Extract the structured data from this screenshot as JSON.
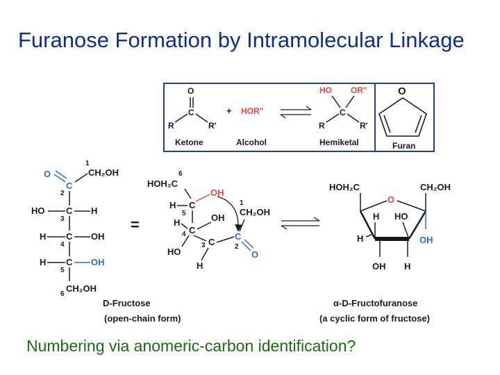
{
  "title": "Furanose Formation by Intramolecular Linkage",
  "subtitle": "Numbering via anomeric-carbon identification?",
  "colors": {
    "title": "#0f2e8c",
    "subtitle": "#1a6b10",
    "highlight_blue": "#2a6fc9",
    "highlight_red": "#e8423c",
    "box_border": "#1f3f9a"
  },
  "top_panel": {
    "ketone": {
      "o": "O",
      "c": "C",
      "r": "R",
      "r_prime": "R′",
      "label": "Ketone"
    },
    "plus": "+",
    "alcohol": {
      "formula": "HOR″",
      "label": "Alcohol"
    },
    "hemiketal": {
      "ho": "HO",
      "or": "OR″",
      "c": "C",
      "r": "R",
      "r_prime": "R′",
      "label": "Hemiketal"
    },
    "furan": {
      "o": "O",
      "label": "Furan"
    }
  },
  "open_chain": {
    "label_prefix": "D-",
    "label": "Fructose",
    "sublabel": "(open-chain form)",
    "o": "O",
    "c": "C",
    "h": "H",
    "ho": "HO",
    "oh": "OH",
    "ch2oh": "CH₂OH",
    "nums": [
      "1",
      "2",
      "3",
      "4",
      "5",
      "6"
    ]
  },
  "equals": "=",
  "cyclizing": {
    "hoh2c": "HOH₂C",
    "ch2oh": "CH₂OH",
    "oh": "OH",
    "o": "O",
    "c": "C",
    "h": "H",
    "ho": "HO",
    "nums": [
      "1",
      "2",
      "3",
      "4",
      "5",
      "6"
    ]
  },
  "furanose": {
    "label_prefix": "α-D-",
    "label": "Fructofuranose",
    "sublabel": "(a cyclic form of fructose)",
    "hoh2c": "HOH₂C",
    "ch2oh": "CH₂OH",
    "o": "O",
    "h": "H",
    "ho": "HO",
    "oh": "OH"
  }
}
